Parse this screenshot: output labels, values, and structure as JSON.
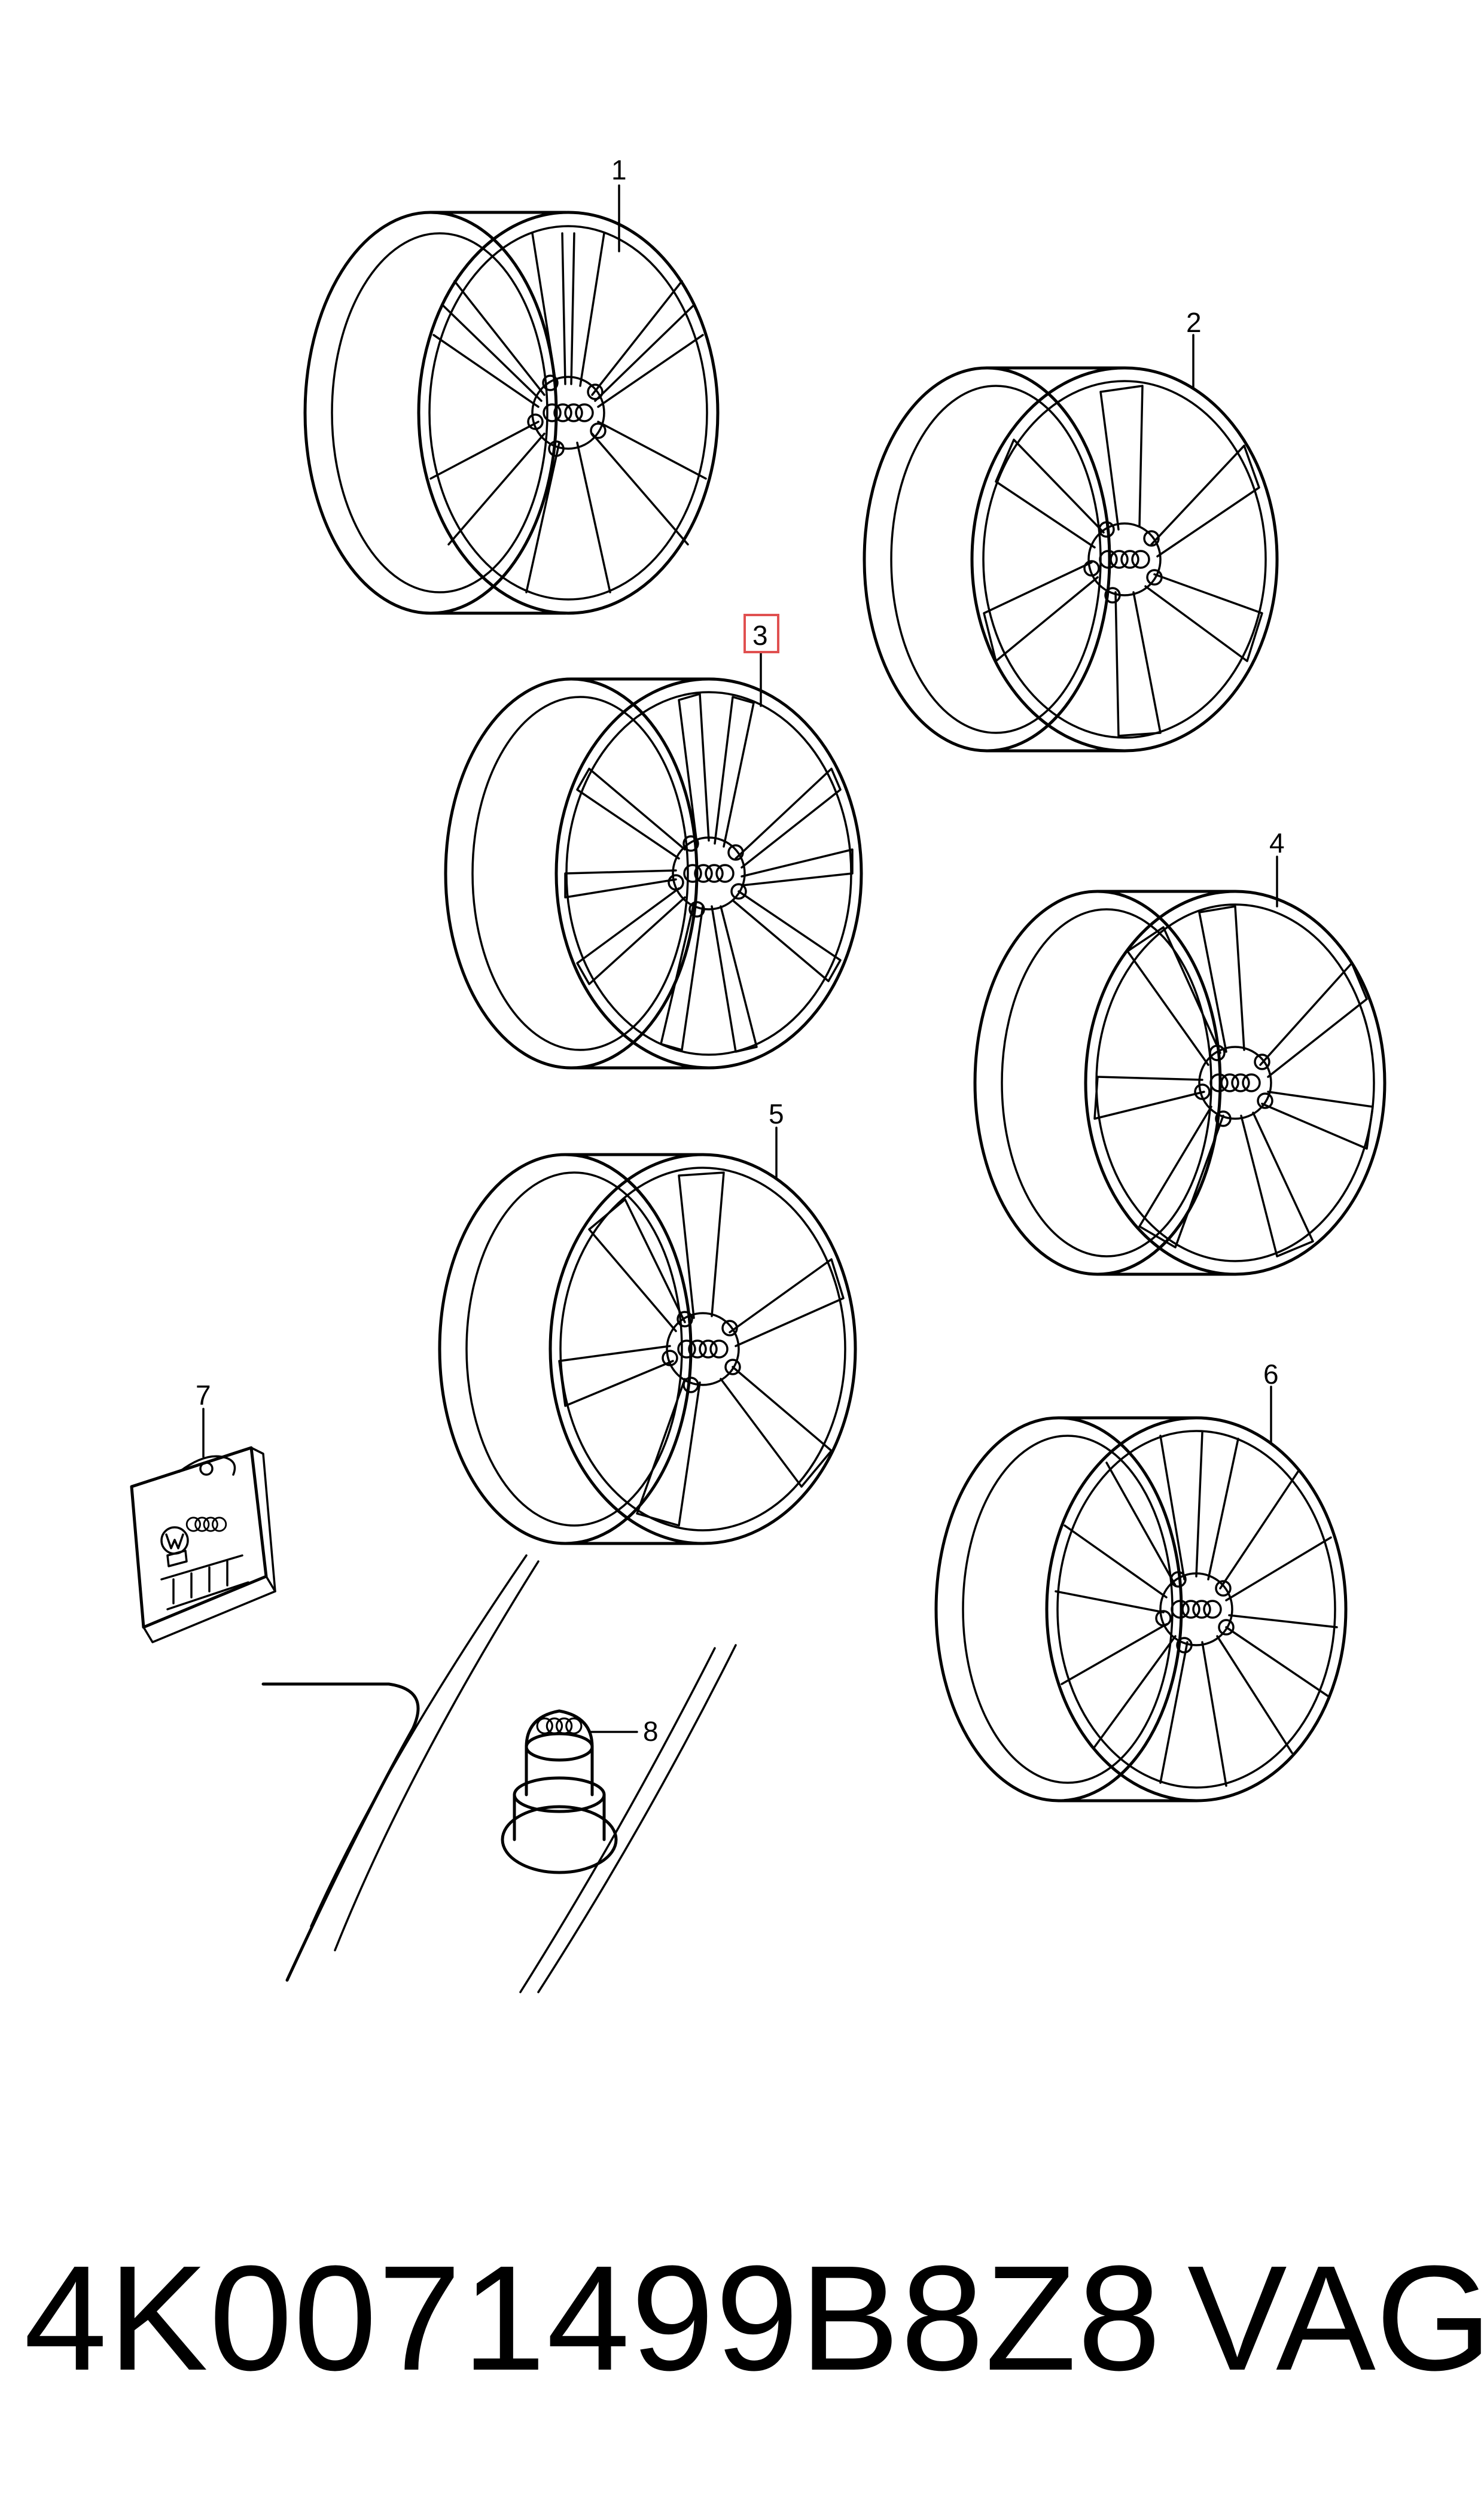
{
  "callouts": [
    {
      "id": "1",
      "label": "1",
      "highlighted": false
    },
    {
      "id": "2",
      "label": "2",
      "highlighted": false
    },
    {
      "id": "3",
      "label": "3",
      "highlighted": true
    },
    {
      "id": "4",
      "label": "4",
      "highlighted": false
    },
    {
      "id": "5",
      "label": "5",
      "highlighted": false
    },
    {
      "id": "6",
      "label": "6",
      "highlighted": false
    },
    {
      "id": "7",
      "label": "7",
      "highlighted": false
    },
    {
      "id": "8",
      "label": "8",
      "highlighted": false
    }
  ],
  "footer": {
    "part_number": "4K0071499B8Z8",
    "maker": "VAG"
  },
  "colors": {
    "line": "#000000",
    "highlight": "#e05050",
    "background": "#ffffff"
  },
  "icons": [
    "audi-rings-icon",
    "vw-logo-icon"
  ]
}
